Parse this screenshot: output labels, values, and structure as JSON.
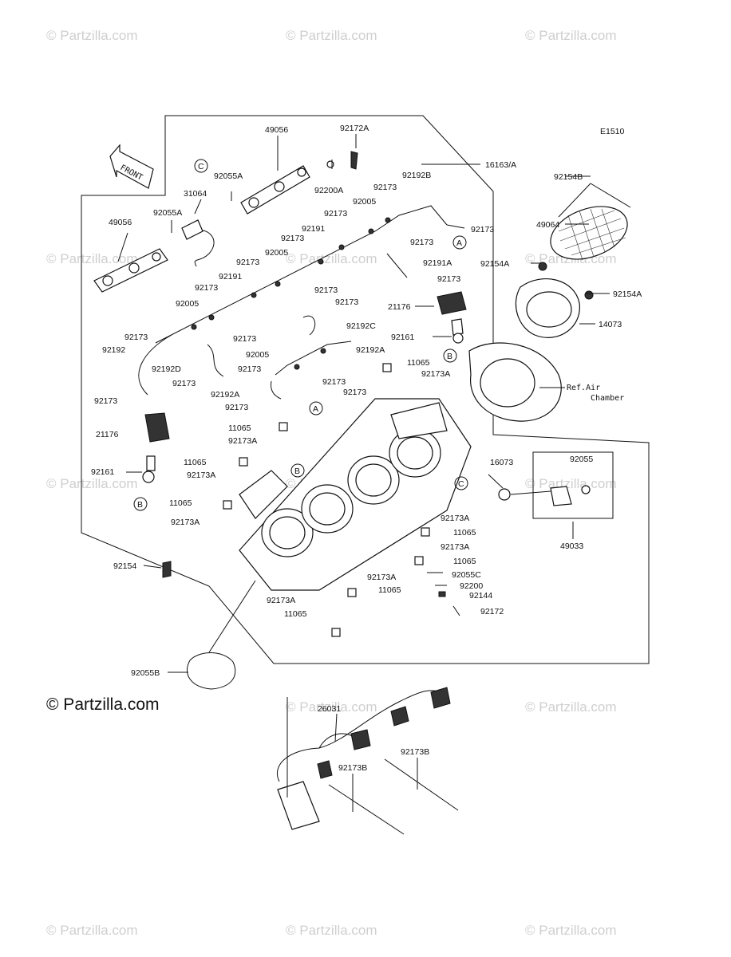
{
  "diagram_code": "E1510",
  "front_label": "FRONT",
  "copyright": "© Partzilla.com",
  "watermark": "© Partzilla.com",
  "ref_note_line1": "Ref.Air",
  "ref_note_line2": "Chamber",
  "callouts": [
    "A",
    "B",
    "C"
  ],
  "parts": {
    "p16163A": "16163/A",
    "p49056a": "49056",
    "p49056b": "49056",
    "p92172A": "92172A",
    "p92200A": "92200A",
    "p92055A_1": "92055A",
    "p92055A_2": "92055A",
    "p31064": "31064",
    "p92192B": "92192B",
    "p92173_1": "92173",
    "p92173_2": "92173",
    "p92173_3": "92173",
    "p92173_4": "92173",
    "p92173_5": "92173",
    "p92173_6": "92173",
    "p92173_7": "92173",
    "p92173_8": "92173",
    "p92173_9": "92173",
    "p92173_10": "92173",
    "p92173_11": "92173",
    "p92173_12": "92173",
    "p92173_13": "92173",
    "p92173_14": "92173",
    "p92173_15": "92173",
    "p92173_16": "92173",
    "p92173_17": "92173",
    "p92005_1": "92005",
    "p92005_2": "92005",
    "p92005_3": "92005",
    "p92005_4": "92005",
    "p92191_1": "92191",
    "p92191_2": "92191",
    "p92191A": "92191A",
    "p92192C": "92192C",
    "p92192D": "92192D",
    "p92192": "92192",
    "p92192A_1": "92192A",
    "p92192A_2": "92192A",
    "p21176_1": "21176",
    "p21176_2": "21176",
    "p92161_1": "92161",
    "p92161_2": "92161",
    "p11065_1": "11065",
    "p11065_2": "11065",
    "p11065_3": "11065",
    "p11065_4": "11065",
    "p11065_5": "11065",
    "p11065_6": "11065",
    "p11065_7": "11065",
    "p11065_8": "11065",
    "p92173A_1": "92173A",
    "p92173A_2": "92173A",
    "p92173A_3": "92173A",
    "p92173A_4": "92173A",
    "p92173A_5": "92173A",
    "p92173A_6": "92173A",
    "p92173A_7": "92173A",
    "p92173A_8": "92173A",
    "p92154B": "92154B",
    "p49064": "49064",
    "p92154A_1": "92154A",
    "p92154A_2": "92154A",
    "p14073": "14073",
    "p16073": "16073",
    "p92055": "92055",
    "p49033": "49033",
    "p92055C": "92055C",
    "p92200": "92200",
    "p92144": "92144",
    "p92172": "92172",
    "p92154": "92154",
    "p92055B": "92055B",
    "p26031": "26031",
    "p92173B_1": "92173B",
    "p92173B_2": "92173B"
  }
}
